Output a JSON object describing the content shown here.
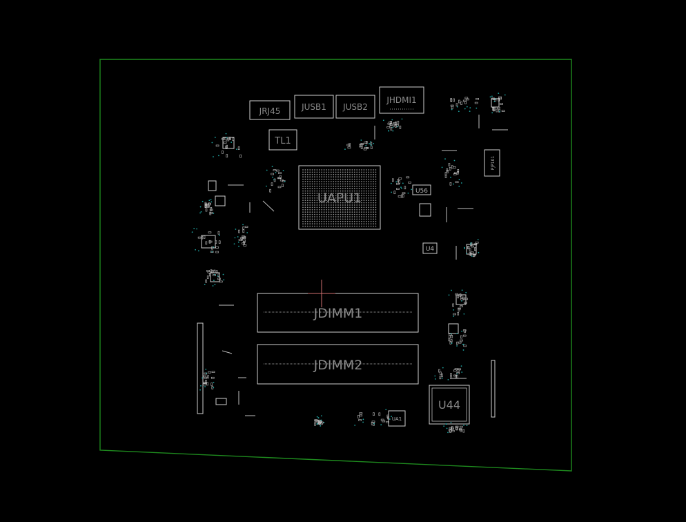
{
  "colors": {
    "background": "#000000",
    "board_outline": "#1e8a1e",
    "silkscreen": "#cfcfcf",
    "label_text": "#8a8a8a",
    "via": "#1fa3a0",
    "marker": "#d07070"
  },
  "components": {
    "jrj45": "JRJ45",
    "jusb1": "JUSB1",
    "jusb2": "JUSB2",
    "jhdmi1": "JHDMI1",
    "tl1": "TL1",
    "uapu1": "UAPU1",
    "u56": "U56",
    "u4": "U4",
    "pjp101": "PJP101",
    "jdimm1": "JDIMM1",
    "jdimm2": "JDIMM2",
    "u44": "U44",
    "ua1": "UA1"
  }
}
